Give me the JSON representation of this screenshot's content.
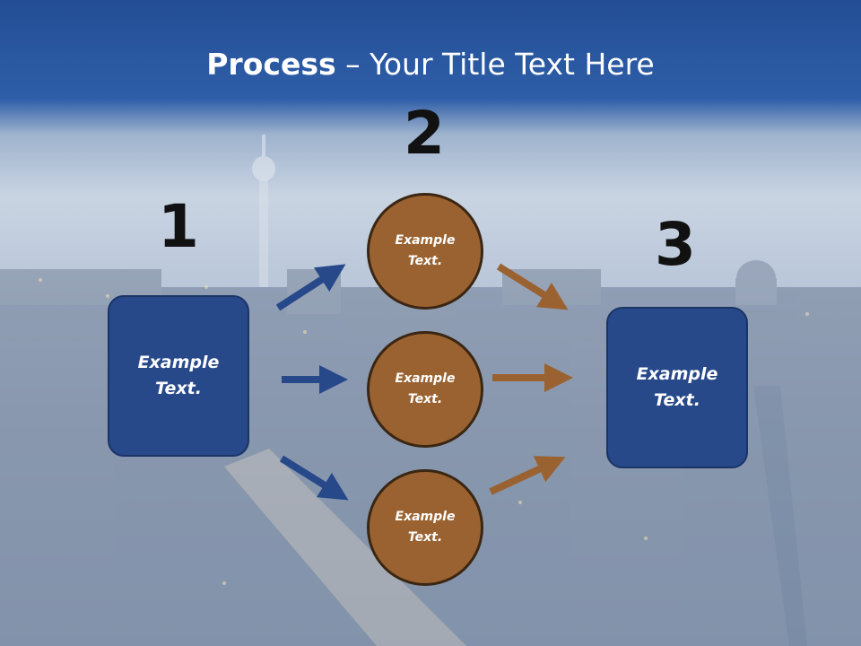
{
  "title": {
    "bold": "Process",
    "rest": " – Your Title Text Here"
  },
  "steps": {
    "one": "1",
    "two": "2",
    "three": "3"
  },
  "boxes": {
    "left": "Example Text.",
    "right": "Example Text."
  },
  "circles": {
    "top": "Example Text.",
    "middle": "Example Text.",
    "bottom": "Example Text."
  },
  "colors": {
    "box_fill": "#27498a",
    "circle_fill": "#9a6230",
    "blue_arrow": "#27498a",
    "brown_arrow": "#9a6230",
    "title_bar": "#234e96"
  }
}
